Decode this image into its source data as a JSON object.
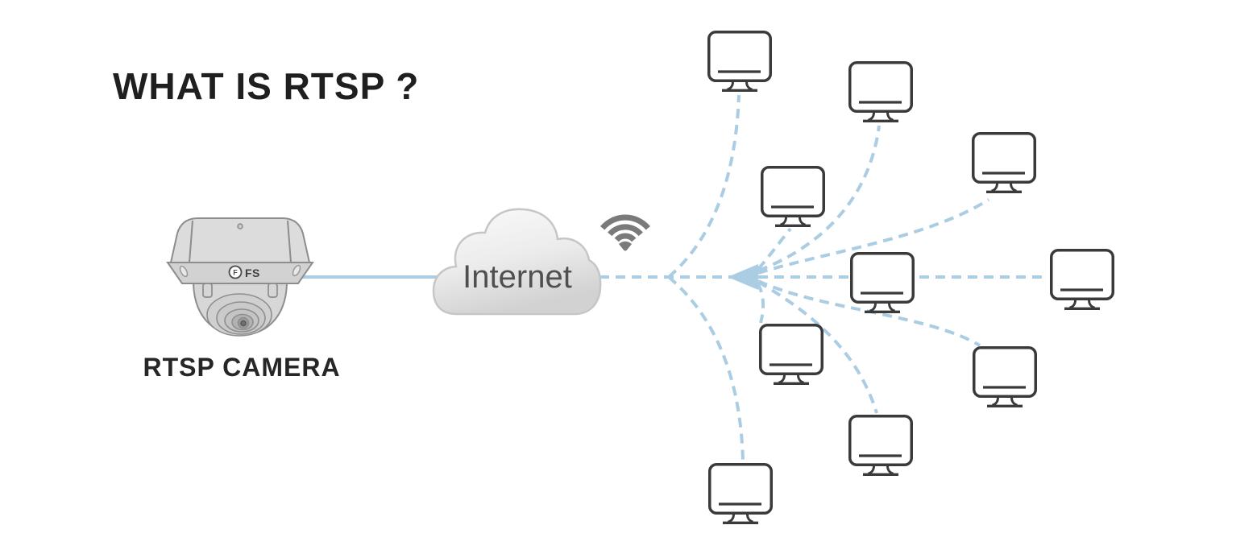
{
  "title": "WHAT IS RTSP ?",
  "camera": {
    "label": "RTSP CAMERA",
    "brand": "FS",
    "brand_initial": "F",
    "icon": "dome-camera-icon"
  },
  "cloud": {
    "label": "Internet",
    "icon": "internet-cloud-icon"
  },
  "wifi": {
    "icon": "wifi-icon"
  },
  "clients": {
    "icon": "client-monitor-icon",
    "count": 10
  },
  "links": {
    "style": "dashed",
    "direction_arrow": "left-pointing-arrowhead"
  },
  "colors": {
    "link_blue": "#abcde3",
    "monitor_outline": "#3a3a3a",
    "title_text": "#1f1f1f",
    "camera_label_text": "#262626",
    "cloud_text": "#4f4f4f",
    "cloud_border": "#c6c6c6",
    "wifi_gray": "#7a7a7a",
    "camera_body": "#d9d9d9",
    "background": "#ffffff"
  }
}
